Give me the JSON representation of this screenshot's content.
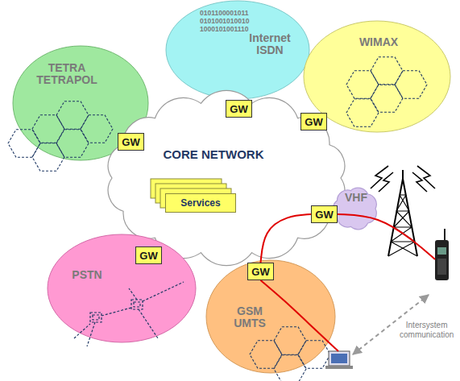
{
  "diagram": {
    "nodes": [
      {
        "text": [
          "Internet ISDN"
        ]
      },
      {
        "text": [
          "TETRA TETRAPOL"
        ]
      },
      {
        "text": [
          "WIMAX"
        ]
      },
      {
        "text": [
          "CORE NETWORK"
        ]
      },
      {
        "text": [
          "Services"
        ],
        "in": 3
      },
      {
        "text": [
          "VHF"
        ]
      },
      {
        "text": [
          "PSTN"
        ]
      },
      {
        "text": [
          "GSM UMTS"
        ]
      },
      {
        "text": [
          "GW"
        ]
      },
      {
        "text": [
          "GW"
        ]
      },
      {
        "text": [
          "GW"
        ]
      },
      {
        "text": [
          "GW"
        ]
      },
      {
        "text": [
          "GW"
        ]
      },
      {
        "text": [
          "GW"
        ]
      }
    ],
    "edges": [
      {
        "from": 13,
        "to": 11,
        "arrow": "none"
      }
    ],
    "labels": [
      "0101100001011 0101001010010 1000101001110",
      "Intersystem communication"
    ]
  }
}
